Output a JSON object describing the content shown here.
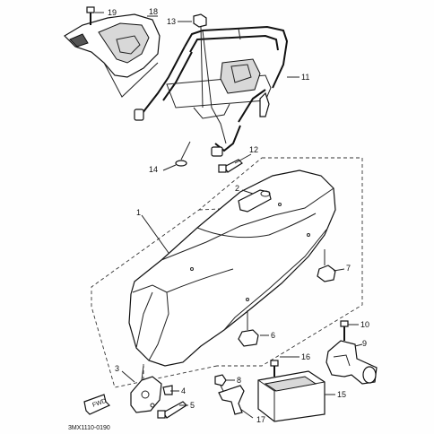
{
  "callouts": [
    {
      "id": "c1",
      "label": "1"
    },
    {
      "id": "c2",
      "label": "2"
    },
    {
      "id": "c3",
      "label": "3"
    },
    {
      "id": "c4",
      "label": "4"
    },
    {
      "id": "c5",
      "label": "5"
    },
    {
      "id": "c6",
      "label": "6"
    },
    {
      "id": "c7",
      "label": "7"
    },
    {
      "id": "c8",
      "label": "8"
    },
    {
      "id": "c9",
      "label": "9"
    },
    {
      "id": "c10",
      "label": "10"
    },
    {
      "id": "c11",
      "label": "11"
    },
    {
      "id": "c12",
      "label": "12"
    },
    {
      "id": "c13",
      "label": "13"
    },
    {
      "id": "c14",
      "label": "14"
    },
    {
      "id": "c15",
      "label": "15"
    },
    {
      "id": "c16",
      "label": "16"
    },
    {
      "id": "c17",
      "label": "17"
    },
    {
      "id": "c18",
      "label": "18"
    },
    {
      "id": "c19",
      "label": "19"
    }
  ],
  "fwd_label": "FWD",
  "diagram_code": "3MX1110-0190"
}
